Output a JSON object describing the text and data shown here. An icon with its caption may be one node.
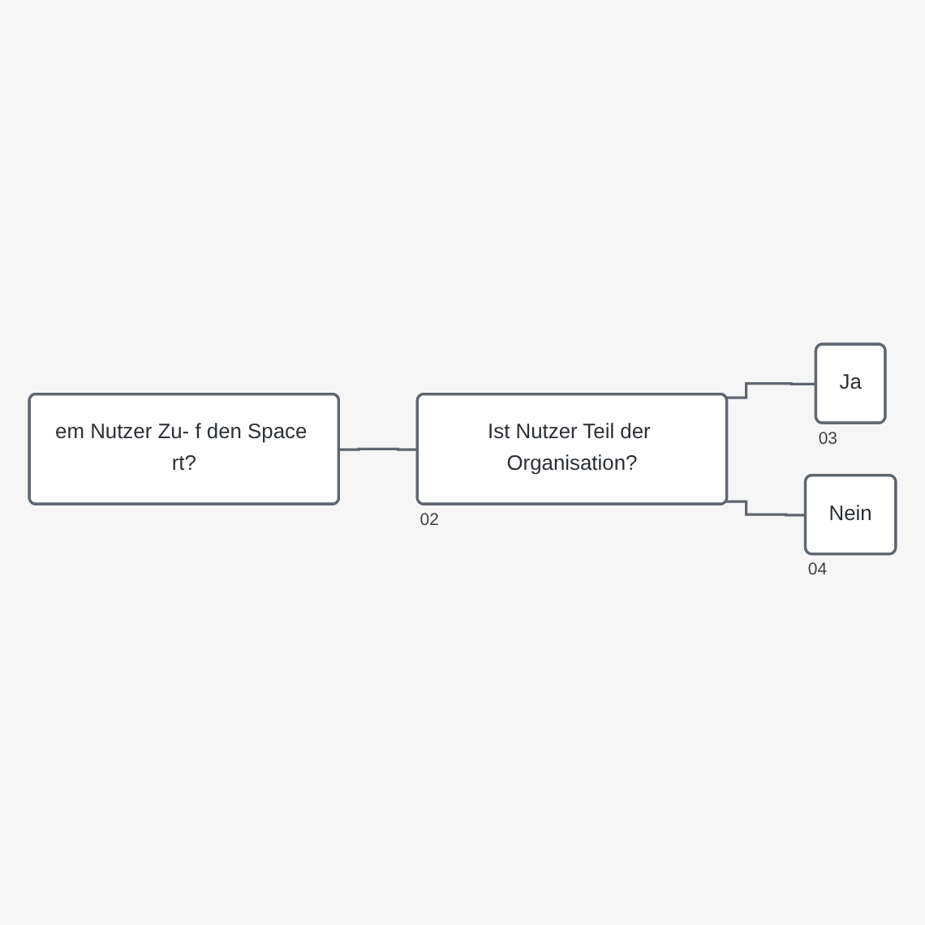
{
  "diagram": {
    "nodes": [
      {
        "text": [
          "em Nutzer Zu- f den Space rt?"
        ]
      },
      {
        "text": [
          "Ist Nutzer Teil der Organisation?"
        ],
        "beside": [
          "02"
        ]
      },
      {
        "text": [
          "Ja"
        ],
        "beside": [
          "03"
        ]
      },
      {
        "text": [
          "Nein"
        ],
        "beside": [
          "04"
        ]
      }
    ],
    "edges": [
      {
        "from": 0,
        "to": 1,
        "arrow": "none"
      },
      {
        "from": 1,
        "to": 2,
        "arrow": "none"
      },
      {
        "from": 1,
        "to": 3,
        "arrow": "none"
      }
    ]
  }
}
